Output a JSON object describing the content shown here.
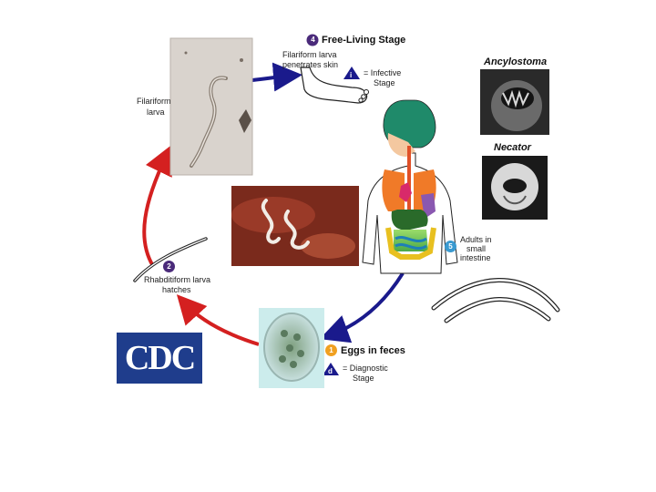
{
  "stage4": {
    "number": "4",
    "title": "Free-Living Stage",
    "desc": "Filariform larva penetrates skin",
    "desc_lines": [
      "Filariform larva",
      "penetrates skin"
    ]
  },
  "infective": {
    "symbol": "i",
    "label_lines": [
      "= Infective",
      "Stage"
    ]
  },
  "filariform_label_lines": [
    "Filariform",
    "larva"
  ],
  "ancylostoma": "Ancylostoma",
  "necator": "Necator",
  "stage5": {
    "number": "5",
    "label_lines": [
      "Adults in",
      "small",
      "intestine"
    ]
  },
  "stage2": {
    "number": "2",
    "label_lines": [
      "Rhabditiform larva",
      "hatches"
    ]
  },
  "stage1": {
    "number": "1",
    "title": "Eggs in feces"
  },
  "diagnostic": {
    "symbol": "d",
    "label_lines": [
      "= Diagnostic",
      "Stage"
    ]
  },
  "logo": {
    "text": "CDC"
  },
  "colors": {
    "red_arrow": "#d42020",
    "blue_arrow": "#1a1a8c",
    "badge": "#4a2a7a",
    "stage5_badge": "#3a9ad0",
    "stage1_badge": "#f0a020",
    "logo_blue": "#1f3d8c"
  }
}
